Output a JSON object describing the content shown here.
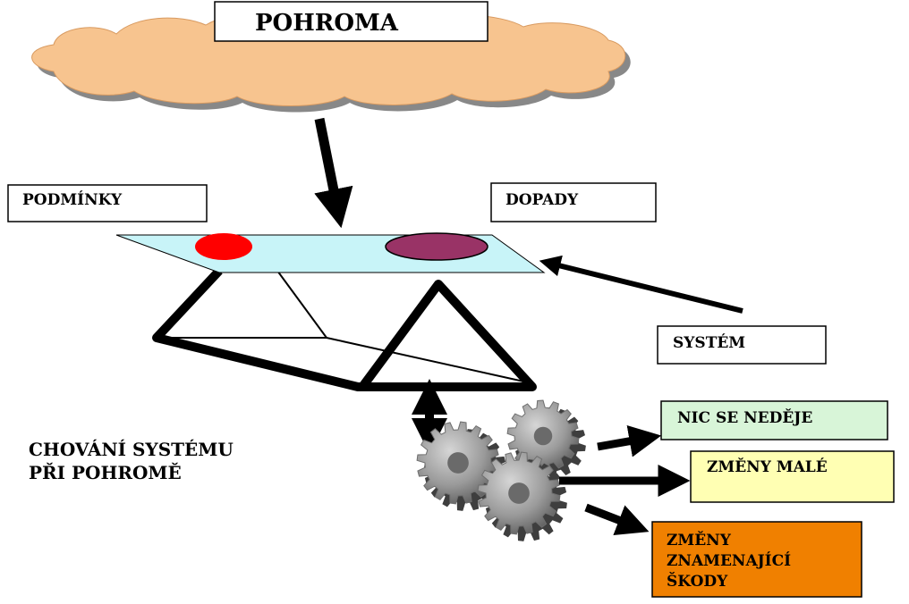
{
  "cloud_label": "POHROMA",
  "conditions_label": "PODMÍNKY",
  "impacts_label": "DOPADY",
  "system_label": "SYSTÉM",
  "behavior_label": [
    "CHOVÁNÍ SYSTÉMU",
    "PŘI POHROMĚ"
  ],
  "outcomes": [
    {
      "lines": [
        "NIC SE NEDĚJE"
      ],
      "color": "#d8f5d8"
    },
    {
      "lines": [
        "ZMĚNY MALÉ"
      ],
      "color": "#ffffb3"
    },
    {
      "lines": [
        "ZMĚNY",
        "ZNAMENAJÍCÍ",
        "ŠKODY"
      ],
      "color": "#f08000"
    }
  ],
  "colors": {
    "cloud": "#f7c48f",
    "plate": "#c8f4f8",
    "conditions_disc": "#ff0000",
    "impacts_disc": "#993366",
    "gears": "#9a9a9a"
  }
}
